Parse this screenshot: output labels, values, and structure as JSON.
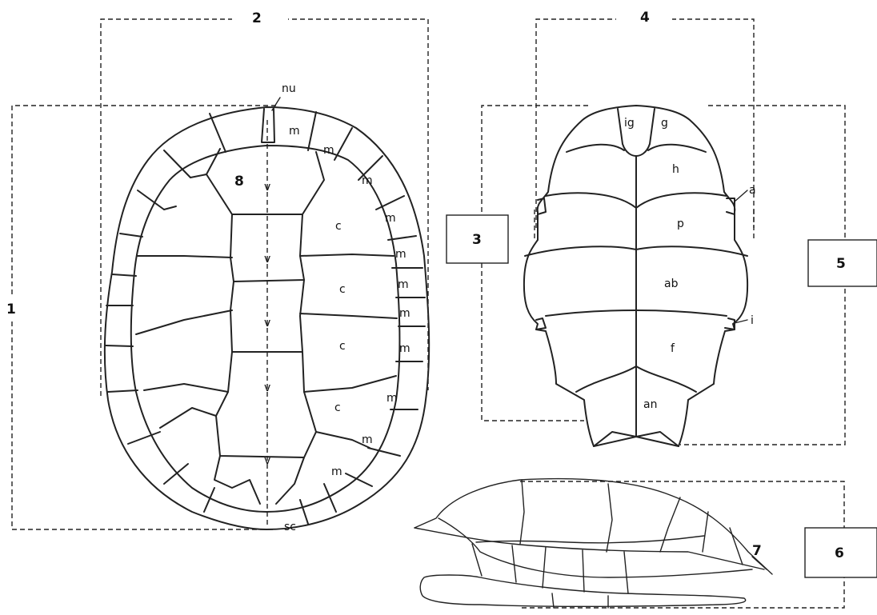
{
  "diagram": {
    "numbers": {
      "n1": "1",
      "n2": "2",
      "n3": "3",
      "n4": "4",
      "n5": "5",
      "n6": "6",
      "n7": "7",
      "n8": "8"
    },
    "carapace_labels": {
      "nuchal": "nu",
      "marginal": "m",
      "costal": "c",
      "vertebral": "v",
      "supracaudal": "sc"
    },
    "plastron_labels": {
      "intergular": "ig",
      "gular": "g",
      "humeral": "h",
      "pectoral": "p",
      "abdominal": "ab",
      "femoral": "f",
      "anal": "an",
      "axillary": "a",
      "inguinal": "i"
    }
  }
}
